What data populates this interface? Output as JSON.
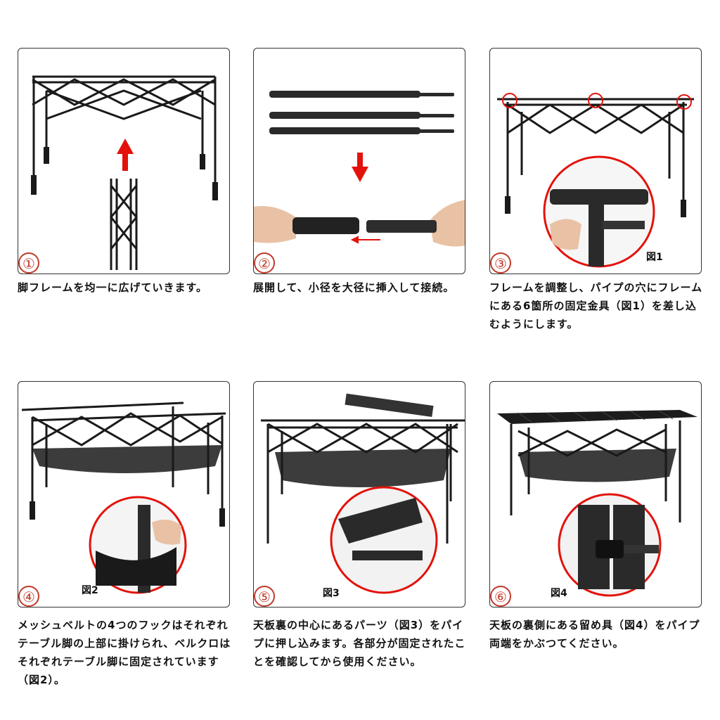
{
  "steps": [
    {
      "number": "①",
      "caption": "脚フレームを均一に広げていきます。"
    },
    {
      "number": "②",
      "caption": "展開して、小径を大径に挿入して接続。"
    },
    {
      "number": "③",
      "caption": "フレームを調整し、パイプの穴にフレームにある6箇所の固定金具（図1）を差し込むようにします。",
      "figure": "図1"
    },
    {
      "number": "④",
      "caption": "メッシュベルトの4つのフックはそれぞれテーブル脚の上部に掛けられ、ベルクロはそれぞれテーブル脚に固定されています（図2）。",
      "figure": "図2"
    },
    {
      "number": "⑤",
      "caption": "天板裏の中心にあるパーツ（図3）をパイプに押し込みます。各部分が固定されたことを確認してから使用ください。",
      "figure": "図3"
    },
    {
      "number": "⑥",
      "caption": "天板の裏側にある留め具（図4）をパイプ両端をかぶつてください。",
      "figure": "図4"
    }
  ],
  "colors": {
    "accent": "#c0392b",
    "frame": "#1a1a1a",
    "arrow": "#e3120b"
  }
}
